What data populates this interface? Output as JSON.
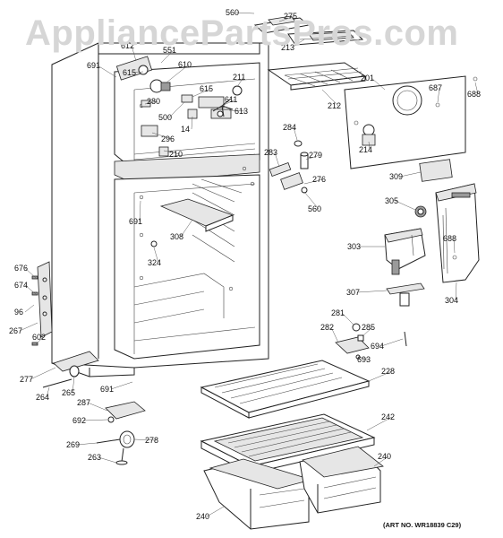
{
  "watermark": "AppliancePartsPros.com",
  "art_no": "(ART NO. WR18839 C29)",
  "parts": [
    {
      "id": "560-top",
      "label": "560"
    },
    {
      "id": "275",
      "label": "275"
    },
    {
      "id": "213",
      "label": "213"
    },
    {
      "id": "612",
      "label": "612"
    },
    {
      "id": "551",
      "label": "551"
    },
    {
      "id": "691-top",
      "label": "691"
    },
    {
      "id": "615-top",
      "label": "615"
    },
    {
      "id": "610",
      "label": "610"
    },
    {
      "id": "201",
      "label": "201"
    },
    {
      "id": "688-top",
      "label": "688"
    },
    {
      "id": "687",
      "label": "687"
    },
    {
      "id": "211",
      "label": "211"
    },
    {
      "id": "212",
      "label": "212"
    },
    {
      "id": "615-mid",
      "label": "615"
    },
    {
      "id": "611",
      "label": "611"
    },
    {
      "id": "613",
      "label": "613"
    },
    {
      "id": "280",
      "label": "280"
    },
    {
      "id": "500",
      "label": "500"
    },
    {
      "id": "14",
      "label": "14"
    },
    {
      "id": "296",
      "label": "296"
    },
    {
      "id": "210",
      "label": "210"
    },
    {
      "id": "284",
      "label": "284"
    },
    {
      "id": "214",
      "label": "214"
    },
    {
      "id": "283",
      "label": "283"
    },
    {
      "id": "279",
      "label": "279"
    },
    {
      "id": "276",
      "label": "276"
    },
    {
      "id": "560-mid",
      "label": "560"
    },
    {
      "id": "309",
      "label": "309"
    },
    {
      "id": "305",
      "label": "305"
    },
    {
      "id": "691-mid",
      "label": "691"
    },
    {
      "id": "308",
      "label": "308"
    },
    {
      "id": "324",
      "label": "324"
    },
    {
      "id": "303",
      "label": "303"
    },
    {
      "id": "688-mid",
      "label": "688"
    },
    {
      "id": "676",
      "label": "676"
    },
    {
      "id": "674",
      "label": "674"
    },
    {
      "id": "96",
      "label": "96"
    },
    {
      "id": "307",
      "label": "307"
    },
    {
      "id": "304",
      "label": "304"
    },
    {
      "id": "267",
      "label": "267"
    },
    {
      "id": "281",
      "label": "281"
    },
    {
      "id": "282",
      "label": "282"
    },
    {
      "id": "285",
      "label": "285"
    },
    {
      "id": "602",
      "label": "602"
    },
    {
      "id": "694",
      "label": "694"
    },
    {
      "id": "693",
      "label": "693"
    },
    {
      "id": "228",
      "label": "228"
    },
    {
      "id": "277",
      "label": "277"
    },
    {
      "id": "264",
      "label": "264"
    },
    {
      "id": "265",
      "label": "265"
    },
    {
      "id": "691-bot",
      "label": "691"
    },
    {
      "id": "287",
      "label": "287"
    },
    {
      "id": "692",
      "label": "692"
    },
    {
      "id": "242",
      "label": "242"
    },
    {
      "id": "269",
      "label": "269"
    },
    {
      "id": "278",
      "label": "278"
    },
    {
      "id": "263",
      "label": "263"
    },
    {
      "id": "240-right",
      "label": "240"
    },
    {
      "id": "240-left",
      "label": "240"
    }
  ]
}
